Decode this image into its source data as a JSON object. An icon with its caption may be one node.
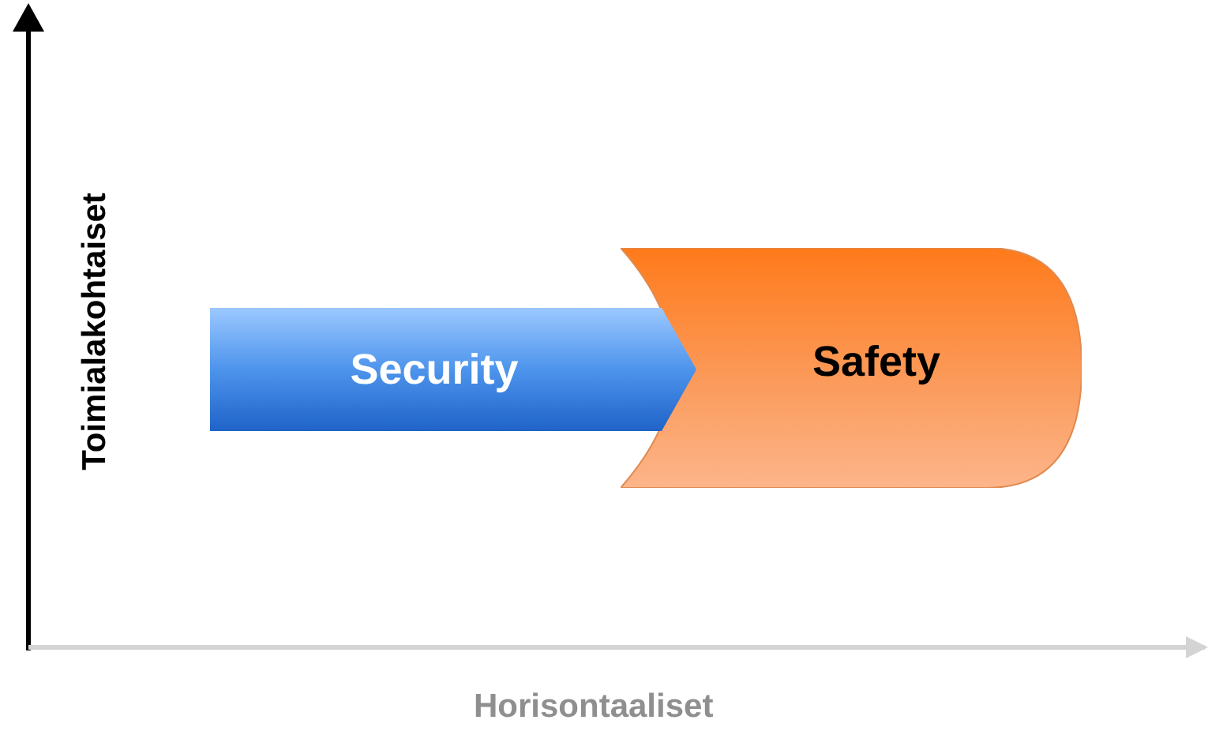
{
  "diagram": {
    "nodes": [
      {
        "text": [
          "Security"
        ]
      },
      {
        "text": [
          "Safety"
        ]
      }
    ],
    "labels": [
      "Toimialakohtaiset",
      "Horisontaaliset"
    ]
  }
}
